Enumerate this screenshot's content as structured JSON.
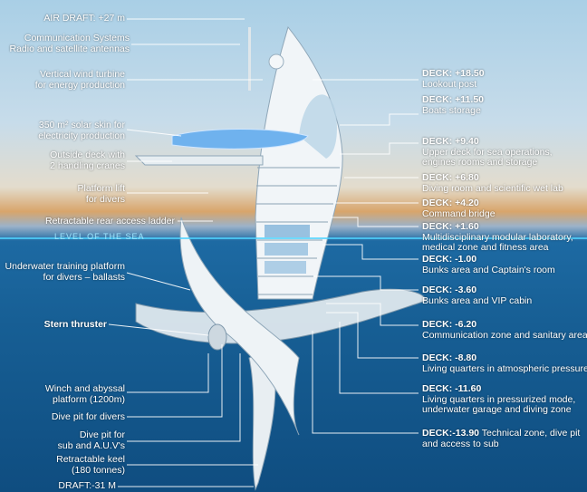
{
  "sea_level_label": "LEVEL OF THE SEA",
  "left_labels": [
    {
      "lines": [
        "AIR DRAFT: +27 m"
      ]
    },
    {
      "lines": [
        "Communication Systems",
        "Radio and satellite antennas"
      ]
    },
    {
      "lines": [
        "Vertical wind turbine",
        "for energy production"
      ]
    },
    {
      "lines": [
        "350 m² solar skin for",
        "electricity production"
      ]
    },
    {
      "lines": [
        "Outside deck with",
        "2 handling cranes"
      ]
    },
    {
      "lines": [
        "Platform lift",
        "for divers"
      ]
    },
    {
      "lines": [
        "Retractable rear access ladder"
      ]
    },
    {
      "lines": [
        "Underwater training platform",
        "for divers – ballasts"
      ]
    },
    {
      "lines": [
        "Stern thruster"
      ]
    },
    {
      "lines": [
        "Winch and abyssal",
        "platform (1200m)"
      ]
    },
    {
      "lines": [
        "Dive pit for divers"
      ]
    },
    {
      "lines": [
        "Dive pit for",
        "sub and A.U.V's"
      ]
    },
    {
      "lines": [
        "Retractable keel",
        "(180 tonnes)"
      ]
    },
    {
      "lines": [
        "DRAFT:-31 M"
      ]
    }
  ],
  "right_labels": [
    {
      "deck": "DECK: +18.50",
      "desc": [
        "Lookout post"
      ]
    },
    {
      "deck": "DECK: +11.50",
      "desc": [
        "Boats storage"
      ]
    },
    {
      "deck": "DECK: +9.40",
      "desc": [
        "Upper deck for sea operations,",
        "engines rooms and storage"
      ]
    },
    {
      "deck": "DECK: +6.80",
      "desc": [
        "Diving room and scientific wet lab"
      ]
    },
    {
      "deck": "DECK: +4.20",
      "desc": [
        "Command bridge"
      ]
    },
    {
      "deck": "DECK: +1.60",
      "desc": [
        "Multidisciplinary modular laboratory,",
        "medical zone and fitness area"
      ]
    },
    {
      "deck": "DECK: -1.00",
      "desc": [
        "Bunks area and Captain's room"
      ]
    },
    {
      "deck": "DECK: -3.60",
      "desc": [
        "Bunks area and VIP cabin"
      ]
    },
    {
      "deck": "DECK: -6.20",
      "desc": [
        "Communication zone and sanitary area"
      ]
    },
    {
      "deck": "DECK: -8.80",
      "desc": [
        "Living quarters in atmospheric pressure"
      ]
    },
    {
      "deck": "DECK: -11.60",
      "desc": [
        "Living quarters in pressurized mode,",
        "underwater garage and diving zone"
      ]
    },
    {
      "deck": "DECK:-13.90",
      "desc": [
        "Technical zone, dive pit",
        "and access to sub"
      ],
      "inline_first": true
    }
  ]
}
